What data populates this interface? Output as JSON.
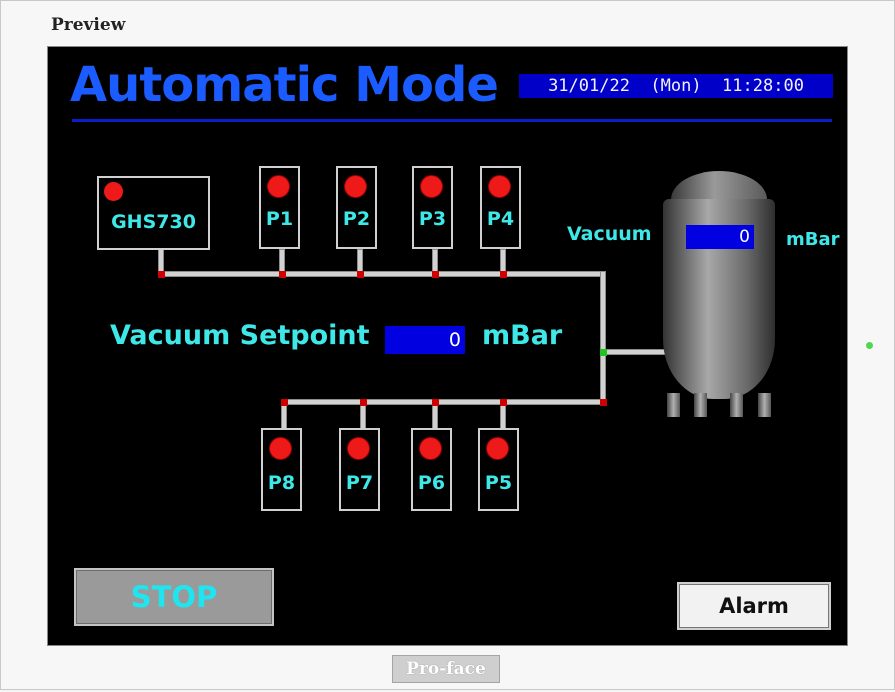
{
  "window": {
    "title": "Preview"
  },
  "header": {
    "title": "Automatic Mode",
    "datetime": "31/01/22  (Mon)  11:28:00"
  },
  "devices": {
    "ghs": "GHS730",
    "pumps_top": [
      "P1",
      "P2",
      "P3",
      "P4"
    ],
    "pumps_bottom": [
      "P8",
      "P7",
      "P6",
      "P5"
    ]
  },
  "tank": {
    "label": "Vacuum",
    "value": "0",
    "unit": "mBar"
  },
  "setpoint": {
    "label": "Vacuum Setpoint",
    "value": "0",
    "unit": "mBar"
  },
  "buttons": {
    "stop": "STOP",
    "alarm": "Alarm"
  },
  "footer": {
    "brand": "Pro-face"
  },
  "colors": {
    "title": "#1a5cff",
    "accent_text": "#3fe8e8",
    "readout_bg": "#0000e0",
    "led_off": "#ee1a1a",
    "joint_red": "#d00000",
    "joint_green": "#1fc51f"
  },
  "icons": {
    "status_led": "red-circle-icon",
    "tank": "vacuum-tank-icon"
  }
}
